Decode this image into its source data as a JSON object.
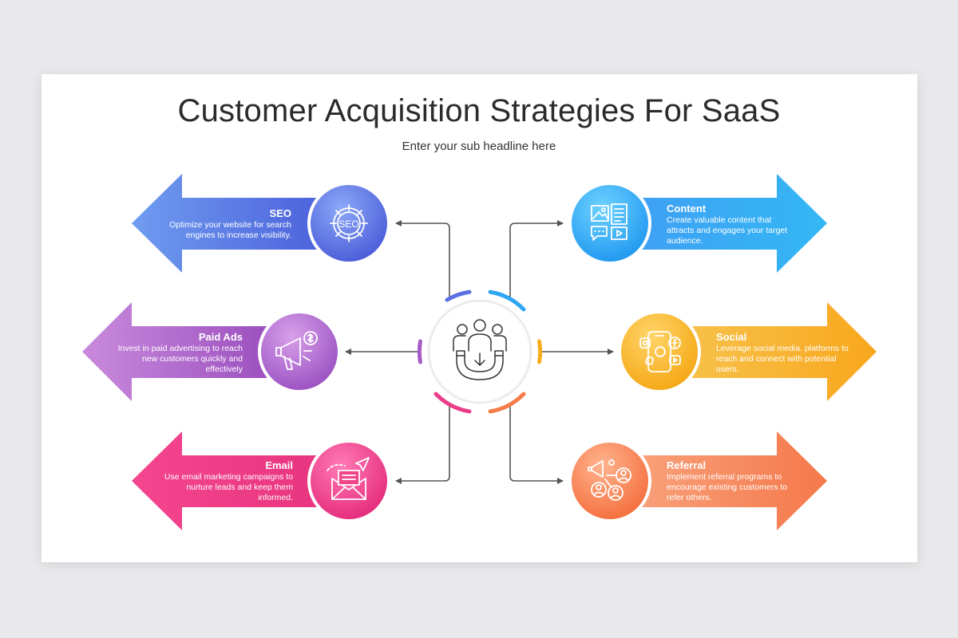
{
  "title": "Customer Acquisition Strategies For SaaS",
  "subtitle": "Enter your sub headline here",
  "center": {
    "icon": "customer-magnet-icon"
  },
  "strategies": [
    {
      "title": "SEO",
      "description": "Optimize your website for search engines to increase visibility.",
      "icon": "seo-gear-icon",
      "color": "#5b6fe0"
    },
    {
      "title": "Paid Ads",
      "description": "Invest in paid advertising to reach new customers quickly and effectively",
      "icon": "megaphone-dollar-icon",
      "color": "#a55bc4"
    },
    {
      "title": "Email",
      "description": "Use email marketing campaigns to nurture leads and keep them informed.",
      "icon": "email-envelope-icon",
      "color": "#ea3d8a"
    },
    {
      "title": "Content",
      "description": "Create valuable content that attracts and engages your target audience.",
      "icon": "content-media-icon",
      "color": "#2ea6f2"
    },
    {
      "title": "Social",
      "description": "Leverage social media. platforms to reach and connect with potential users.",
      "icon": "social-media-phone-icon",
      "color": "#f6ad1a"
    },
    {
      "title": "Referral",
      "description": "Implement referral programs to encourage existing customers to refer others.",
      "icon": "referral-people-icon",
      "color": "#f57c48"
    }
  ]
}
